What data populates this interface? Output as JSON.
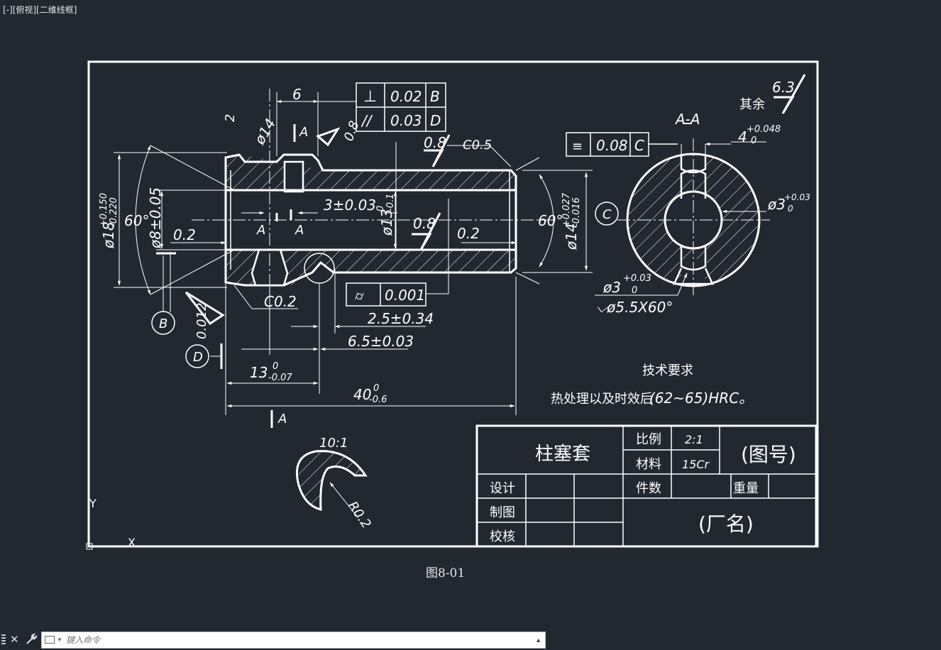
{
  "viewport": {
    "label": "[-][俯视][二维线框]"
  },
  "drawing": {
    "gdt_top_sym1": "⊥",
    "gdt_top_val1": "0.02",
    "gdt_top_ref1": "B",
    "gdt_top_sym2": "//",
    "gdt_top_val2": "0.03",
    "gdt_top_ref2": "D",
    "gdt_sym_val": "0.08",
    "gdt_sym_ref": "C",
    "gdt_cyl_val": "0.001",
    "dim_6": "6",
    "dim_2": "2",
    "dim_phi14": "ø14",
    "section_mark_a": "A",
    "rough_08": "0.8",
    "chamfer_c05": "C0.5",
    "chamfer_c02": "C0.2",
    "dim_phi18": "ø18",
    "dim_phi18_tol_up": "+0.150",
    "dim_phi18_tol_low": "-0.220",
    "dim_60_left": "60°",
    "dim_60_right": "60°",
    "dim_phi8": "ø8±0.05",
    "dim_02": "0.2",
    "dim_3": "3±0.03",
    "dim_phi13": "ø13",
    "dim_phi13_tol_up": "0",
    "dim_phi13_tol_low": "-0.1",
    "dim_phi14b": "ø14",
    "dim_phi14b_tol_up": "+0.027",
    "dim_phi14b_tol_low": "-0.016",
    "dim_25": "2.5±0.34",
    "dim_65": "6.5±0.03",
    "dim_13": "13",
    "dim_13_tol_up": "0",
    "dim_13_tol_low": "-0.07",
    "dim_40": "40",
    "dim_40_tol_up": "0",
    "dim_40_tol_low": "-0.6",
    "datum_b": "B",
    "datum_d": "D",
    "datum_c": "C",
    "rough_0012": "0.012",
    "section_title": "A-A",
    "dim_4": "4",
    "dim_4_tol_up": "+0.048",
    "dim_4_tol_low": "0",
    "dim_phi3a": "ø3",
    "dim_phi3a_tol_up": "+0.03",
    "dim_phi3a_tol_low": "0",
    "dim_phi3b": "ø3",
    "dim_phi3b_tol_up": "+0.03",
    "dim_phi3b_tol_low": "0",
    "dim_csk": "⌵ø5.5X60°",
    "rough_other_label": "其余",
    "rough_other_val": "6.3",
    "detail_scale": "10:1",
    "detail_radius": "R0.2",
    "tech_req_title": "技术要求",
    "tech_req_text": "热处理以及时效后",
    "tech_req_value": "(62~65)HRC。"
  },
  "title_block": {
    "part_name": "柱塞套",
    "scale_label": "比例",
    "scale_value": "2:1",
    "material_label": "材料",
    "material_value": "15Cr",
    "drawing_no": "(图号)",
    "quantity_label": "件数",
    "weight_label": "重量",
    "design_label": "设计",
    "draw_label": "制图",
    "check_label": "校核",
    "company": "(厂名)"
  },
  "ucs": {
    "y_label": "Y",
    "x_label": "X"
  },
  "figure_caption": "图8-01",
  "command_line": {
    "placeholder": "键入命令",
    "close_icon": "close-icon",
    "settings_icon": "wrench-icon",
    "history_icon": "triangle-up-icon"
  }
}
